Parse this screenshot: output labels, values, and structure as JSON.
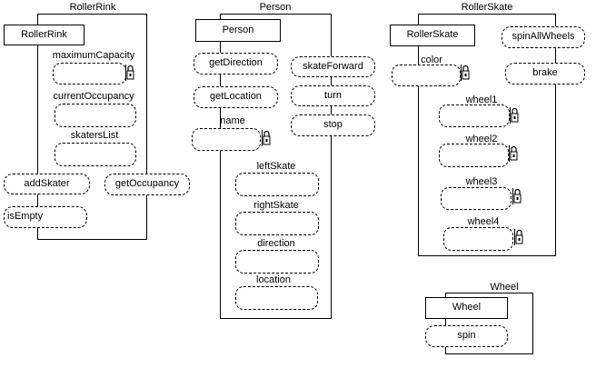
{
  "rollerrink": {
    "title": "RollerRink",
    "name": "RollerRink",
    "fields": [
      "maximumCapacity",
      "currentOccupancy",
      "skatersList"
    ],
    "methods": [
      "addSkater",
      "getOccupancy",
      "isEmpty"
    ]
  },
  "person": {
    "title": "Person",
    "name": "Person",
    "methods": [
      "getDirection",
      "getLocation",
      "skateForward",
      "turn",
      "stop"
    ],
    "fields": [
      "name",
      "leftSkate",
      "rightSkate",
      "direction",
      "location"
    ]
  },
  "rollerskate": {
    "title": "RollerSkate",
    "name": "RollerSkate",
    "methods": [
      "spinAllWheels",
      "brake"
    ],
    "fields": [
      "color",
      "wheel1",
      "wheel2",
      "wheel3",
      "wheel4"
    ]
  },
  "wheel": {
    "title": "Wheel",
    "name": "Wheel",
    "methods": [
      "spin"
    ]
  }
}
